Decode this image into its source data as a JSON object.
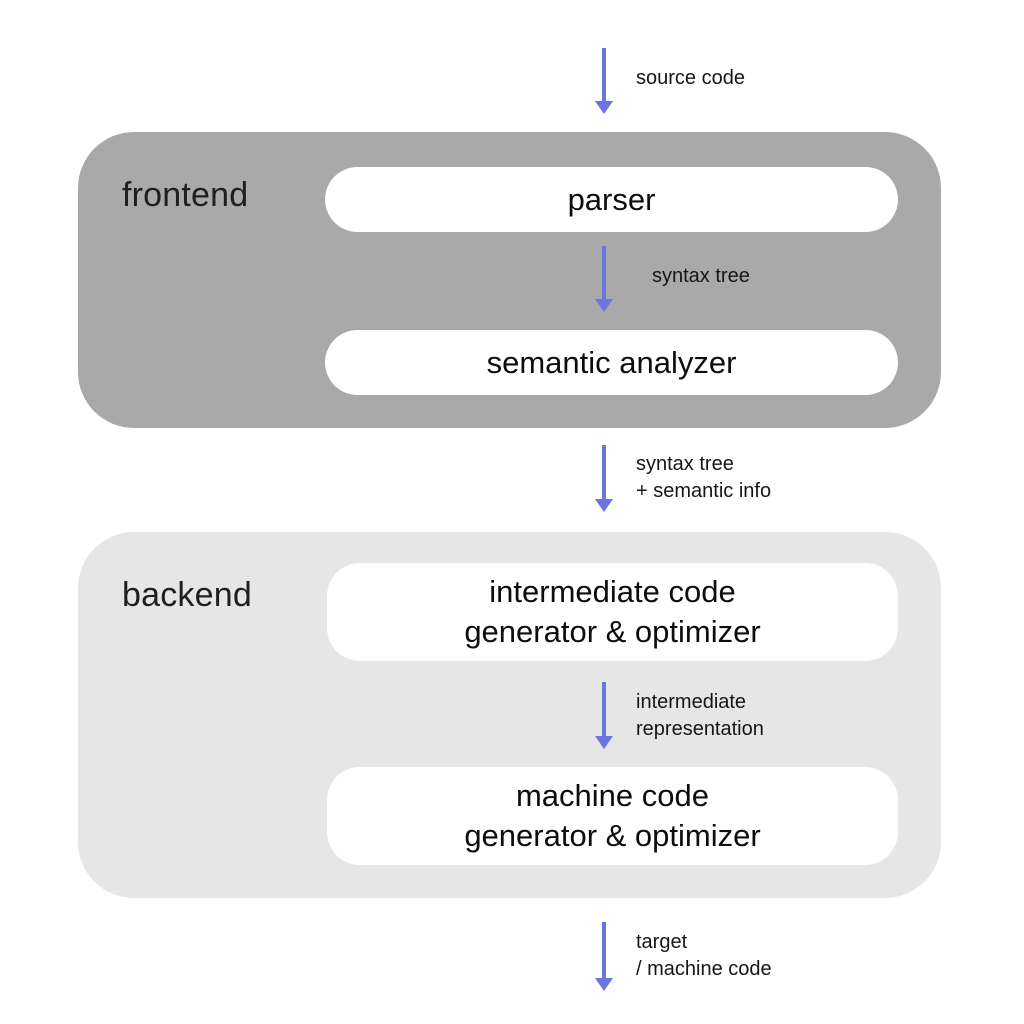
{
  "colors": {
    "frontend_bg": "#a9a9a9",
    "backend_bg": "#e6e6e6",
    "pill_bg": "#ffffff",
    "arrow": "#6b74e0",
    "text": "#1a1a1a"
  },
  "frontend": {
    "label": "frontend",
    "nodes": [
      {
        "label": "parser"
      },
      {
        "label": "semantic analyzer"
      }
    ]
  },
  "backend": {
    "label": "backend",
    "nodes": [
      {
        "lines": [
          "intermediate code",
          "generator & optimizer"
        ]
      },
      {
        "lines": [
          "machine code",
          "generator & optimizer"
        ]
      }
    ]
  },
  "arrows": [
    {
      "lines": [
        "source code"
      ]
    },
    {
      "lines": [
        "syntax tree"
      ]
    },
    {
      "lines": [
        "syntax tree",
        "+ semantic info"
      ]
    },
    {
      "lines": [
        "intermediate",
        "representation"
      ]
    },
    {
      "lines": [
        "target",
        "/ machine code"
      ]
    }
  ]
}
